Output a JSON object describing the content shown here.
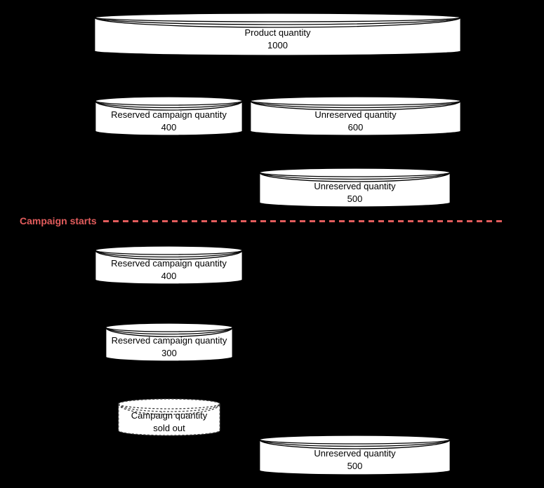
{
  "colors": {
    "background": "#000000",
    "node_fill": "#ffffff",
    "node_stroke": "#000000",
    "dashed_node_stroke": "#3d3d3d",
    "accent": "#e25c5c"
  },
  "divider": {
    "label": "Campaign starts"
  },
  "nodes": [
    {
      "id": "product-quantity",
      "label": "Product quantity",
      "value": "1000"
    },
    {
      "id": "reserved-campaign-before",
      "label": "Reserved campaign quantity",
      "value": "400"
    },
    {
      "id": "unreserved-600",
      "label": "Unreserved quantity",
      "value": "600"
    },
    {
      "id": "unreserved-500-before",
      "label": "Unreserved quantity",
      "value": "500"
    },
    {
      "id": "reserved-campaign-after",
      "label": "Reserved campaign quantity",
      "value": "400"
    },
    {
      "id": "reserved-campaign-300",
      "label": "Reserved campaign quantity",
      "value": "300"
    },
    {
      "id": "campaign-sold-out",
      "label": "Campaign quantity",
      "value": "sold out"
    },
    {
      "id": "unreserved-500-after",
      "label": "Unreserved quantity",
      "value": "500"
    }
  ]
}
